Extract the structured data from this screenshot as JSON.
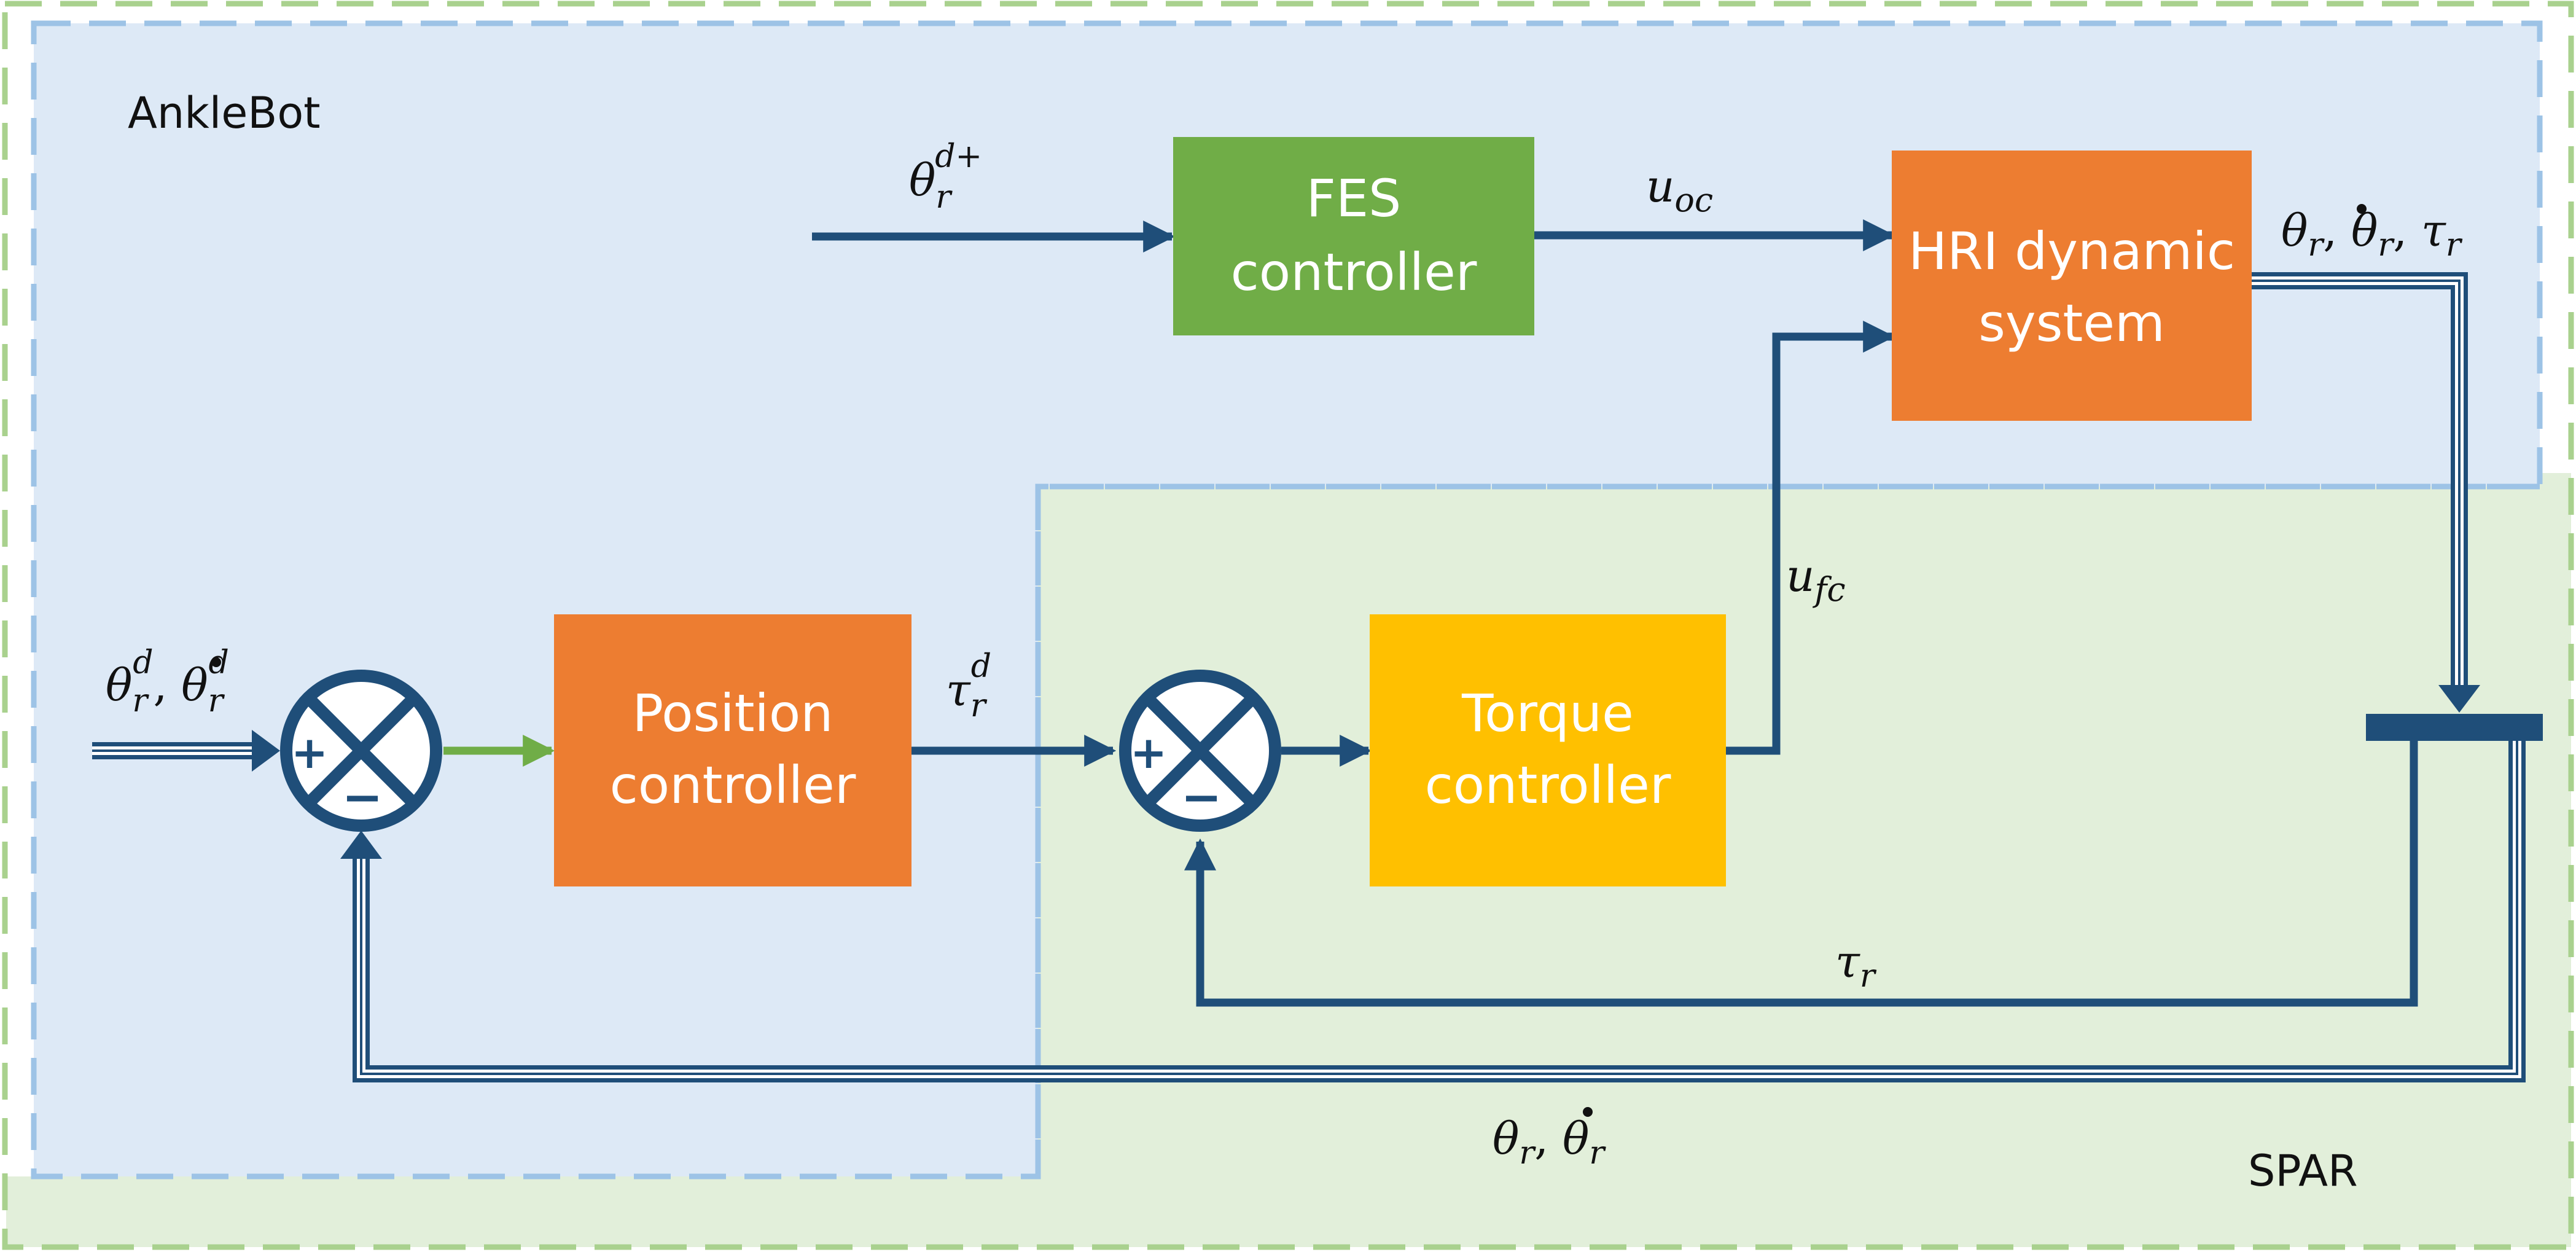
{
  "regions": {
    "anklebot": "AnkleBot",
    "spar": "SPAR"
  },
  "blocks": {
    "fes": {
      "line1": "FES",
      "line2": "controller"
    },
    "hri": {
      "line1": "HRI dynamic",
      "line2": "system"
    },
    "position": {
      "line1": "Position",
      "line2": "controller"
    },
    "torque": {
      "line1": "Torque",
      "line2": "controller"
    }
  },
  "signals": {
    "theta_d_plus": "θ_r^{d+}",
    "u_oc": "u_oc",
    "hri_output": "θ_r, θ̇_r, τ_r",
    "reference_input": "θ_r^d, θ̇_r^d",
    "tau_d": "τ_r^d",
    "u_fc": "u_fc",
    "tau_feedback": "τ_r",
    "state_feedback": "θ_r, θ̇_r"
  },
  "summing_junctions": {
    "plus_sign": "+",
    "minus_sign": "−"
  },
  "colors": {
    "anklebot_fill": "#dde9f6",
    "anklebot_border": "#9dc3e6",
    "spar_fill": "#e2efda",
    "spar_border": "#a9d18e",
    "arrow": "#1f4e79",
    "green_arrow": "#70ad47",
    "fes_block": "#70ad47",
    "orange_block": "#ed7d31",
    "torque_block": "#ffc000"
  }
}
